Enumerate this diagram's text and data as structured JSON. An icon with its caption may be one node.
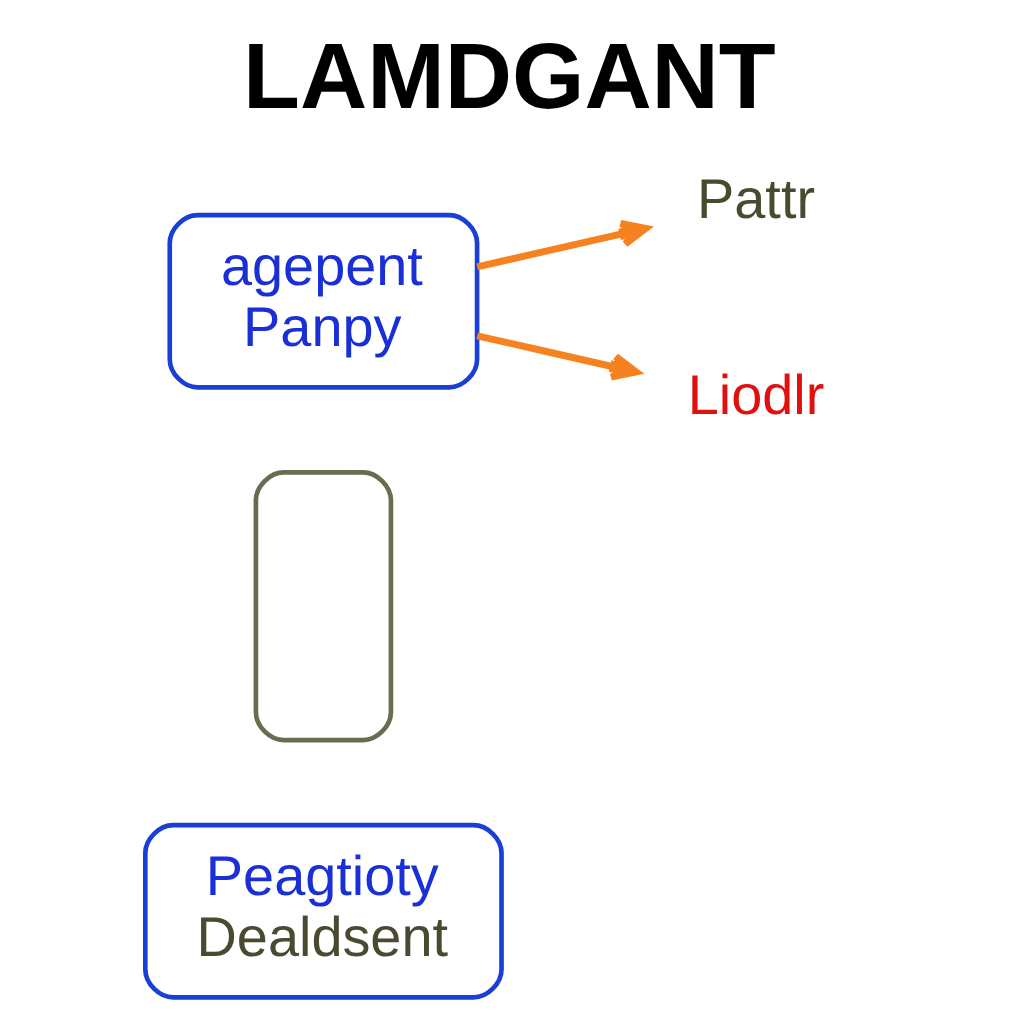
{
  "diagram": {
    "title": "LAMDGANT",
    "nodes": [
      {
        "text": [
          "Peagtioty",
          "Dealdsent"
        ]
      },
      {
        "text": [],
        "shape": "box"
      },
      {
        "text": [
          "agepent",
          "Panpy"
        ]
      },
      {
        "text": [
          "Pattr"
        ]
      },
      {
        "text": [
          "Liodlr"
        ]
      }
    ],
    "edges": [
      {
        "from": 2,
        "to": 3,
        "arrow": "to",
        "color": "#f5821f"
      },
      {
        "from": 2,
        "to": 4,
        "arrow": "to",
        "color": "#f5821f"
      }
    ]
  }
}
